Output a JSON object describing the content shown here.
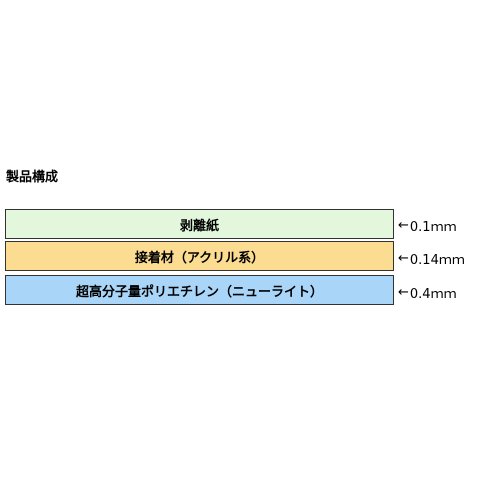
{
  "title": "製品構成",
  "layers": [
    {
      "label": "剥離紙",
      "thickness": "0.1ｍｍ",
      "color": "#e2f7dc"
    },
    {
      "label": "接着材（アクリル系）",
      "thickness": "0.14ｍｍ",
      "color": "#fbdc91"
    },
    {
      "label": "超高分子量ポリエチレン（ニューライト）",
      "thickness": "0.4ｍｍ",
      "color": "#a9d6f8"
    }
  ],
  "arrow_symbol": "←",
  "arrow_icon": "left-arrow-icon"
}
